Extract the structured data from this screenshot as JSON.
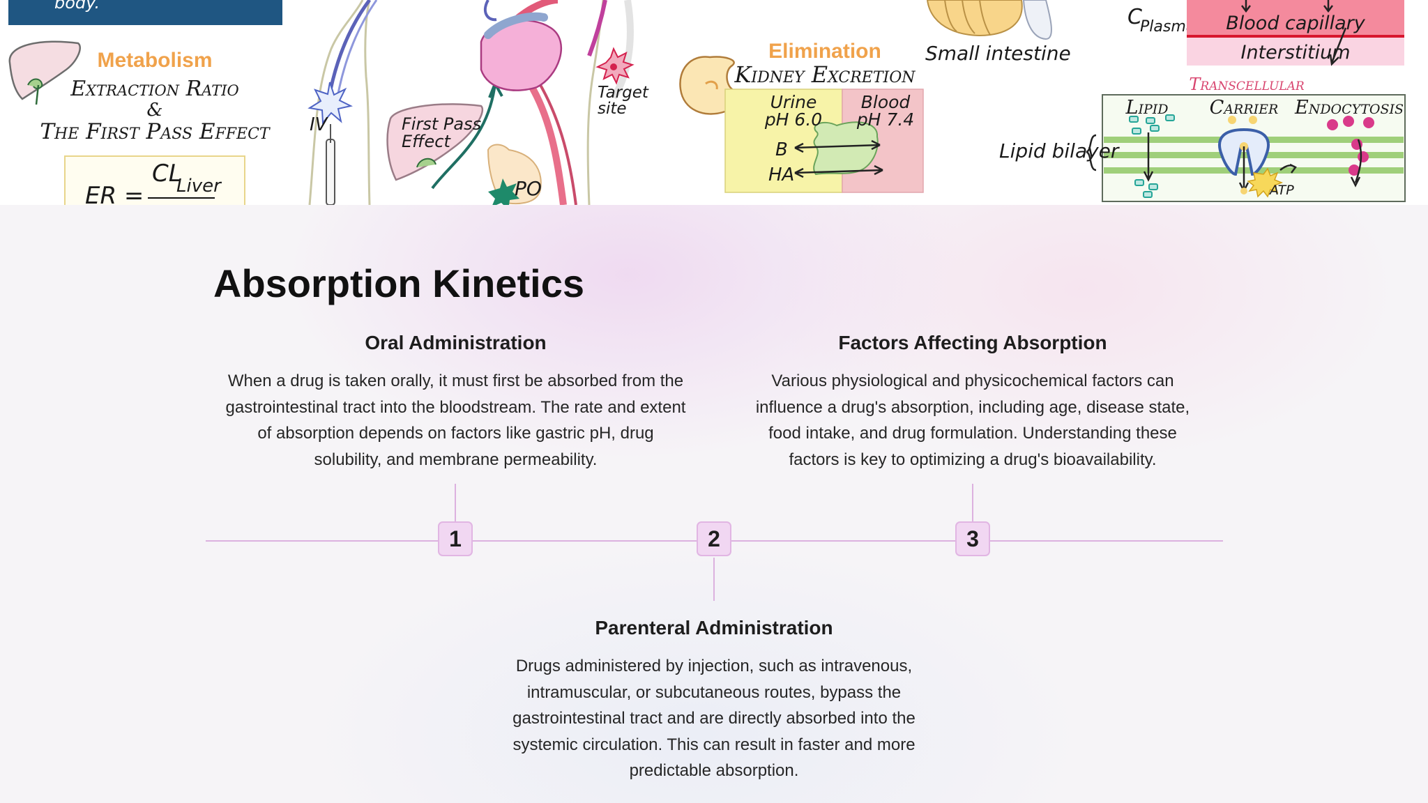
{
  "illustration": {
    "top_left_banner": "body.",
    "metabolism": {
      "heading": "Metabolism",
      "line1": "Extraction Ratio",
      "line2": "&",
      "line3": "The First Pass Effect",
      "formula_lhs": "ER =",
      "formula_num": "CL",
      "formula_sub": "Liver"
    },
    "body_diagram": {
      "iv_label": "IV",
      "first_pass_label_1": "First Pass",
      "first_pass_label_2": "Effect",
      "po_label": "PO",
      "target_label_1": "Target",
      "target_label_2": "site"
    },
    "elimination": {
      "heading": "Elimination",
      "subheading": "Kidney Excretion",
      "urine_label": "Urine",
      "urine_ph": "pH 6.0",
      "blood_label": "Blood",
      "blood_ph": "pH 7.4",
      "b_label": "B",
      "ha_label": "HA"
    },
    "small_intestine_label": "Small intestine",
    "transport": {
      "c_plasma": "C",
      "c_plasma_sub": "Plasma",
      "blood_capillary": "Blood capillary",
      "interstitium": "Interstitium",
      "transcellular": "Transcellular",
      "lipid": "Lipid",
      "carrier": "Carrier",
      "endocytosis": "Endocytosis",
      "lipid_bilayer": "Lipid bilayer",
      "atp": "ATP"
    }
  },
  "slide": {
    "title": "Absorption Kinetics",
    "timeline": {
      "markers": [
        "1",
        "2",
        "3"
      ],
      "items": [
        {
          "heading": "Oral Administration",
          "body": "When a drug is taken orally, it must first be absorbed from the gastrointestinal tract into the bloodstream. The rate and extent of absorption depends on factors like gastric pH, drug solubility, and membrane permeability."
        },
        {
          "heading": "Parenteral Administration",
          "body": "Drugs administered by injection, such as intravenous, intramuscular, or subcutaneous routes, bypass the gastrointestinal tract and are directly absorbed into the systemic circulation. This can result in faster and more predictable absorption."
        },
        {
          "heading": "Factors Affecting Absorption",
          "body": "Various physiological and physicochemical factors can influence a drug's absorption, including age, disease state, food intake, and drug formulation. Understanding these factors is key to optimizing a drug's bioavailability."
        }
      ]
    },
    "colors": {
      "timeline_line": "#dcb1df",
      "marker_fill": "#f1d7f2",
      "marker_border": "#e1b5e3"
    }
  }
}
